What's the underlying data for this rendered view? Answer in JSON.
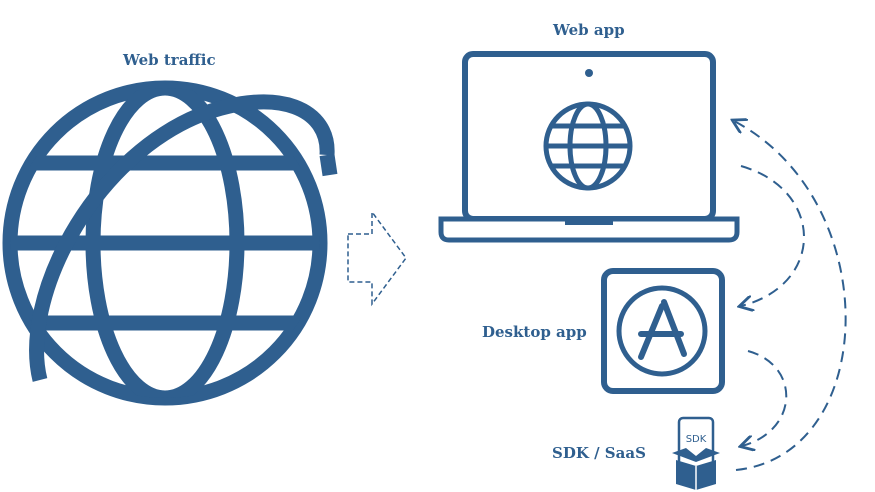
{
  "labels": {
    "web_traffic": "Web traffic",
    "web_app": "Web app",
    "desktop_app": "Desktop app",
    "sdk_saas": "SDK / SaaS"
  },
  "sdk_box_text": "SDK",
  "icons": {
    "globe": "globe-icon",
    "arrow": "hollow-dashed-right-arrow-icon",
    "laptop": "laptop-icon",
    "app_store": "app-store-icon",
    "sdk_package": "sdk-package-icon"
  },
  "colors": {
    "primary": "#2f5f8f",
    "background": "#ffffff"
  }
}
